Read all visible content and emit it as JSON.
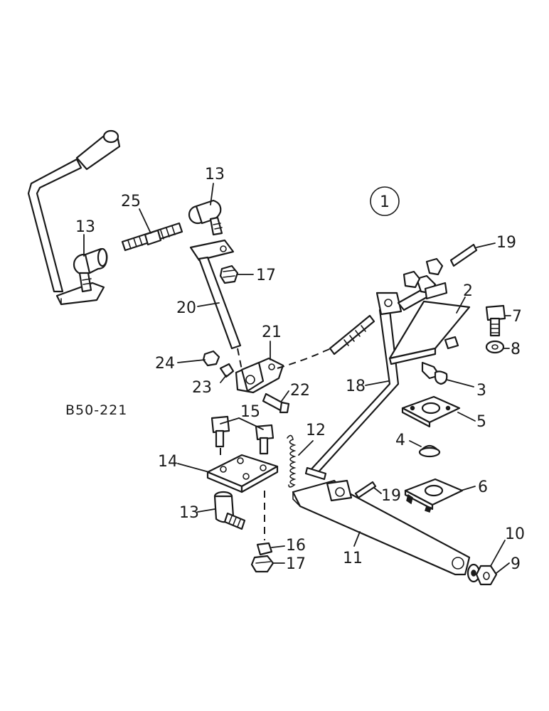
{
  "figure_ref": "B50-221",
  "view_number": "1",
  "callouts": [
    {
      "id": "c2",
      "label": "2"
    },
    {
      "id": "c3",
      "label": "3"
    },
    {
      "id": "c4",
      "label": "4"
    },
    {
      "id": "c5",
      "label": "5"
    },
    {
      "id": "c6",
      "label": "6"
    },
    {
      "id": "c7",
      "label": "7"
    },
    {
      "id": "c8",
      "label": "8"
    },
    {
      "id": "c9",
      "label": "9"
    },
    {
      "id": "c10",
      "label": "10"
    },
    {
      "id": "c11",
      "label": "11"
    },
    {
      "id": "c12",
      "label": "12"
    },
    {
      "id": "c13a",
      "label": "13"
    },
    {
      "id": "c13b",
      "label": "13"
    },
    {
      "id": "c13c",
      "label": "13"
    },
    {
      "id": "c14",
      "label": "14"
    },
    {
      "id": "c15",
      "label": "15"
    },
    {
      "id": "c16",
      "label": "16"
    },
    {
      "id": "c17a",
      "label": "17"
    },
    {
      "id": "c17b",
      "label": "17"
    },
    {
      "id": "c18",
      "label": "18"
    },
    {
      "id": "c19a",
      "label": "19"
    },
    {
      "id": "c19b",
      "label": "19"
    },
    {
      "id": "c20",
      "label": "20"
    },
    {
      "id": "c21",
      "label": "21"
    },
    {
      "id": "c22",
      "label": "22"
    },
    {
      "id": "c23",
      "label": "23"
    },
    {
      "id": "c24",
      "label": "24"
    },
    {
      "id": "c25",
      "label": "25"
    }
  ]
}
